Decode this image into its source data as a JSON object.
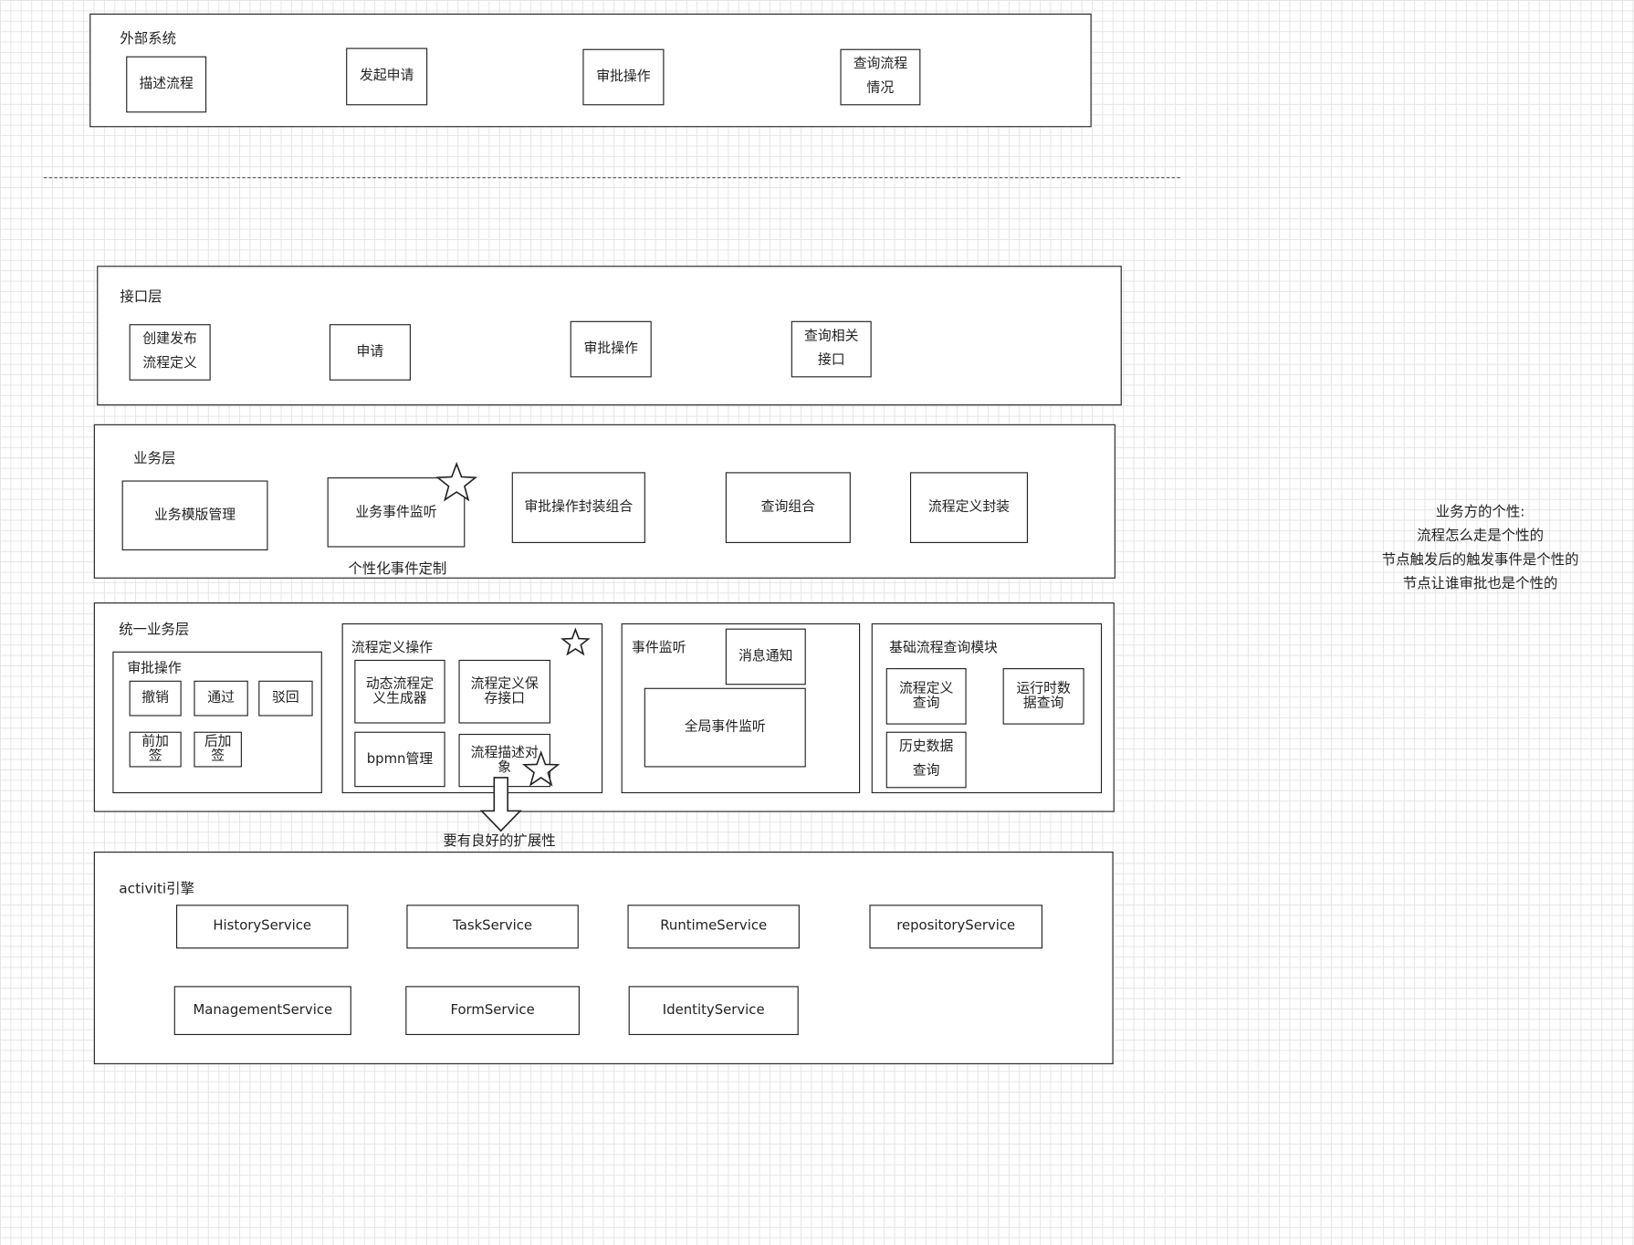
{
  "external": {
    "title": "外部系统",
    "buttons": [
      "描述流程",
      "发起申请",
      "审批操作",
      "查询流程\n情况"
    ]
  },
  "interface": {
    "title": "接口层",
    "buttons": [
      "创建发布\n流程定义",
      "申请",
      "审批操作",
      "查询相关\n接口"
    ]
  },
  "business": {
    "title": "业务层",
    "buttons": [
      "业务模版管理",
      "业务事件监听",
      "审批操作封装组合",
      "查询组合",
      "流程定义封装"
    ],
    "event_caption": "个性化事件定制"
  },
  "unified": {
    "title": "统一业务层",
    "approval": {
      "title": "审批操作",
      "buttons": [
        "撤销",
        "通过",
        "驳回",
        "前加\n签",
        "后加\n签"
      ]
    },
    "procdef": {
      "title": "流程定义操作",
      "buttons": [
        "动态流程定\n义生成器",
        "流程定义保\n存接口",
        "bpmn管理",
        "流程描述对\n象"
      ]
    },
    "events": {
      "title": "事件监听",
      "buttons": [
        "消息通知",
        "全局事件监听"
      ]
    },
    "query": {
      "title": "基础流程查询模块",
      "buttons": [
        "流程定义\n查询",
        "运行时数\n据查询",
        "历史数据\n查询"
      ]
    },
    "extensibility_caption": "要有良好的扩展性"
  },
  "engine": {
    "title": "activiti引擎",
    "services": [
      "HistoryService",
      "TaskService",
      "RuntimeService",
      "repositoryService",
      "ManagementService",
      "FormService",
      "IdentityService"
    ]
  },
  "note": {
    "lines": [
      "业务方的个性:",
      "流程怎么走是个性的",
      "节点触发后的触发事件是个性的",
      "节点让谁审批也是个性的"
    ]
  }
}
